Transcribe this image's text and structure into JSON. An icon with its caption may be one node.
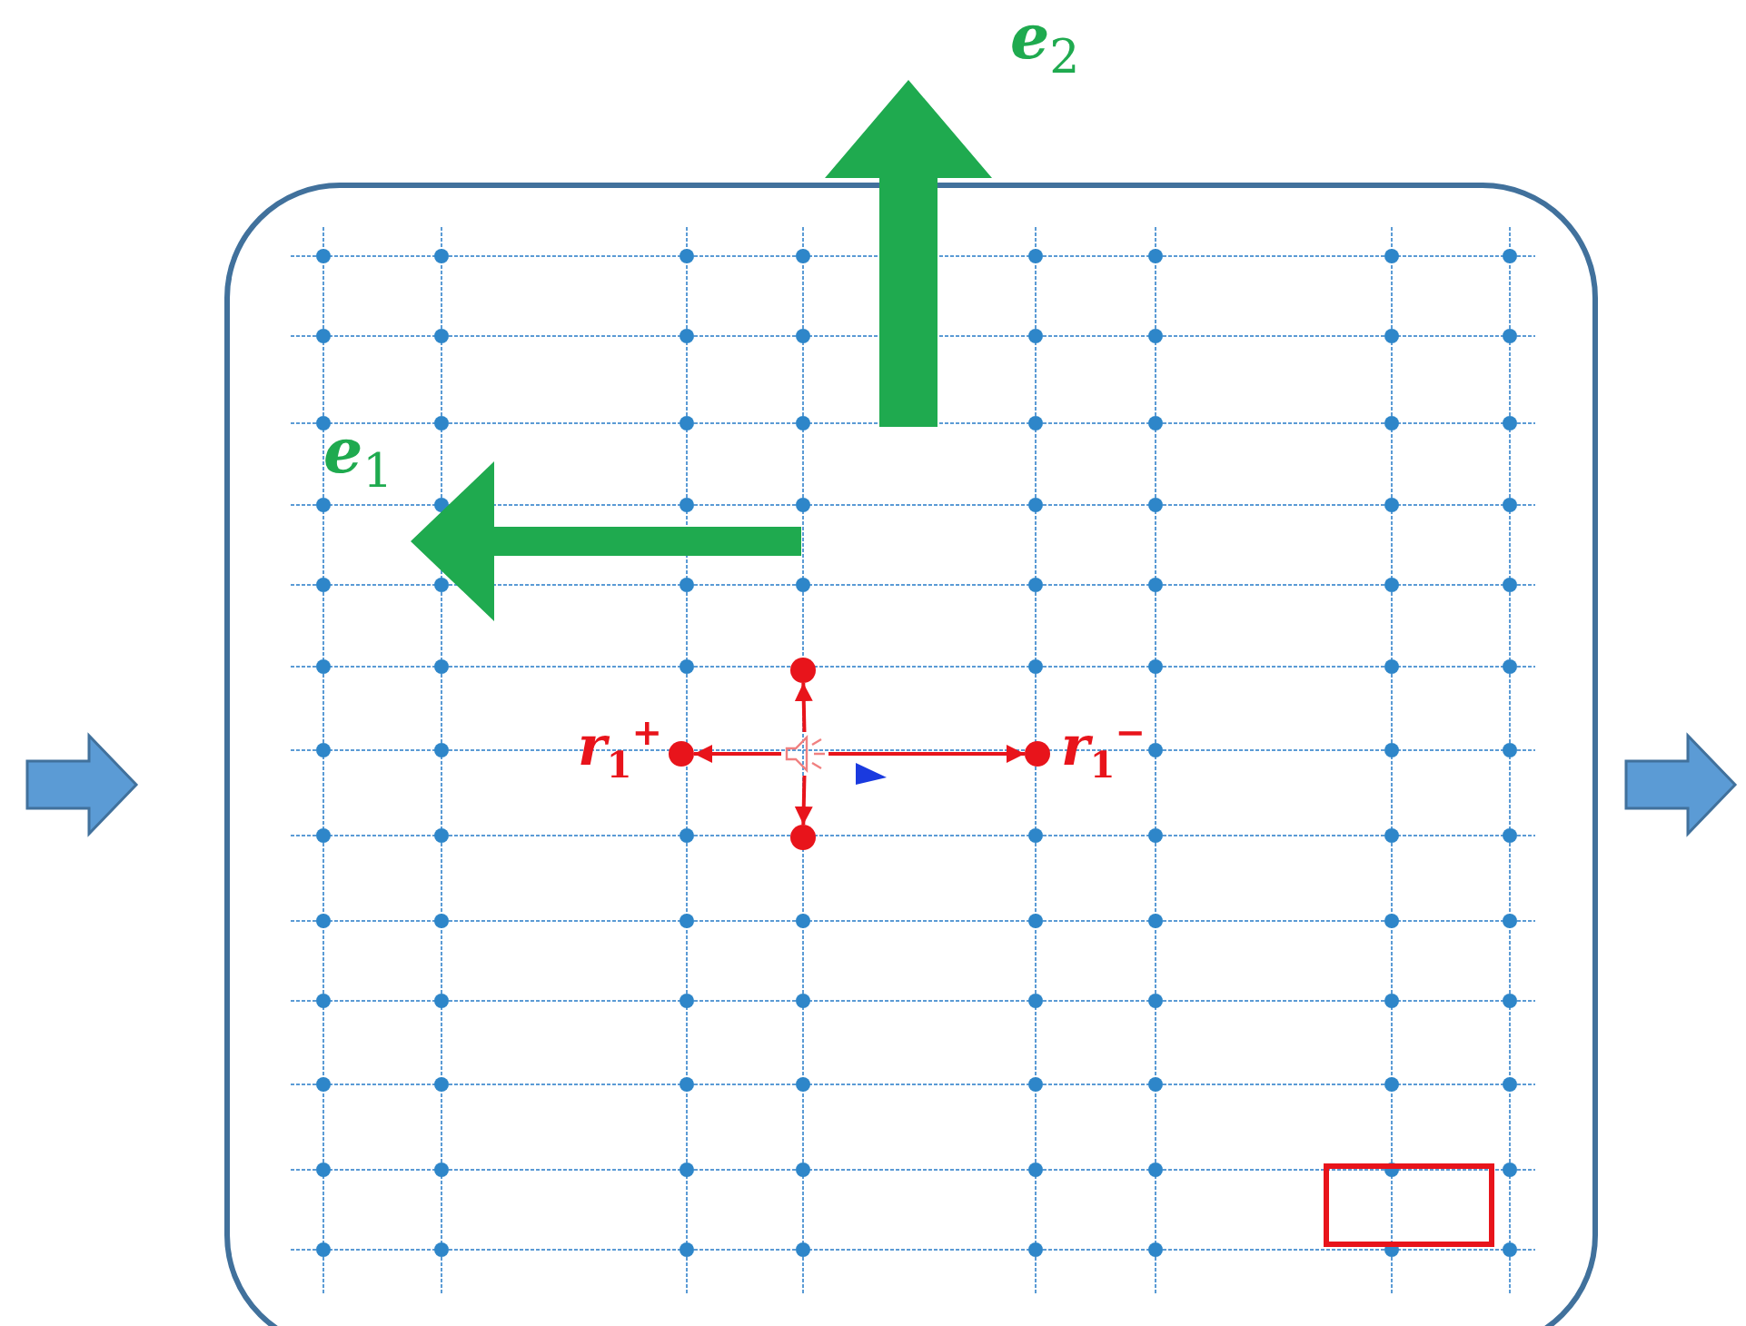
{
  "diagram": {
    "nodes": [
      {
        "text": [],
        "shape": "circle"
      },
      {
        "text": [
          "*r*$_{1}$$^{+}$"
        ]
      },
      {
        "text": [],
        "shape": "picture"
      },
      {
        "text": [
          "*r*$_{1}$$^{−}$"
        ]
      },
      {
        "text": [],
        "shape": "circle"
      }
    ],
    "edges": [
      {
        "from": 2,
        "to": 1,
        "arrow": "to"
      },
      {
        "from": 2,
        "to": 3,
        "arrow": "to"
      },
      {
        "from": 2,
        "to": 0,
        "arrow": "to"
      },
      {
        "from": 2,
        "to": 4,
        "arrow": "to"
      }
    ],
    "labels": [
      "*e*$_{2}$",
      "*e*$_{1}$"
    ]
  }
}
